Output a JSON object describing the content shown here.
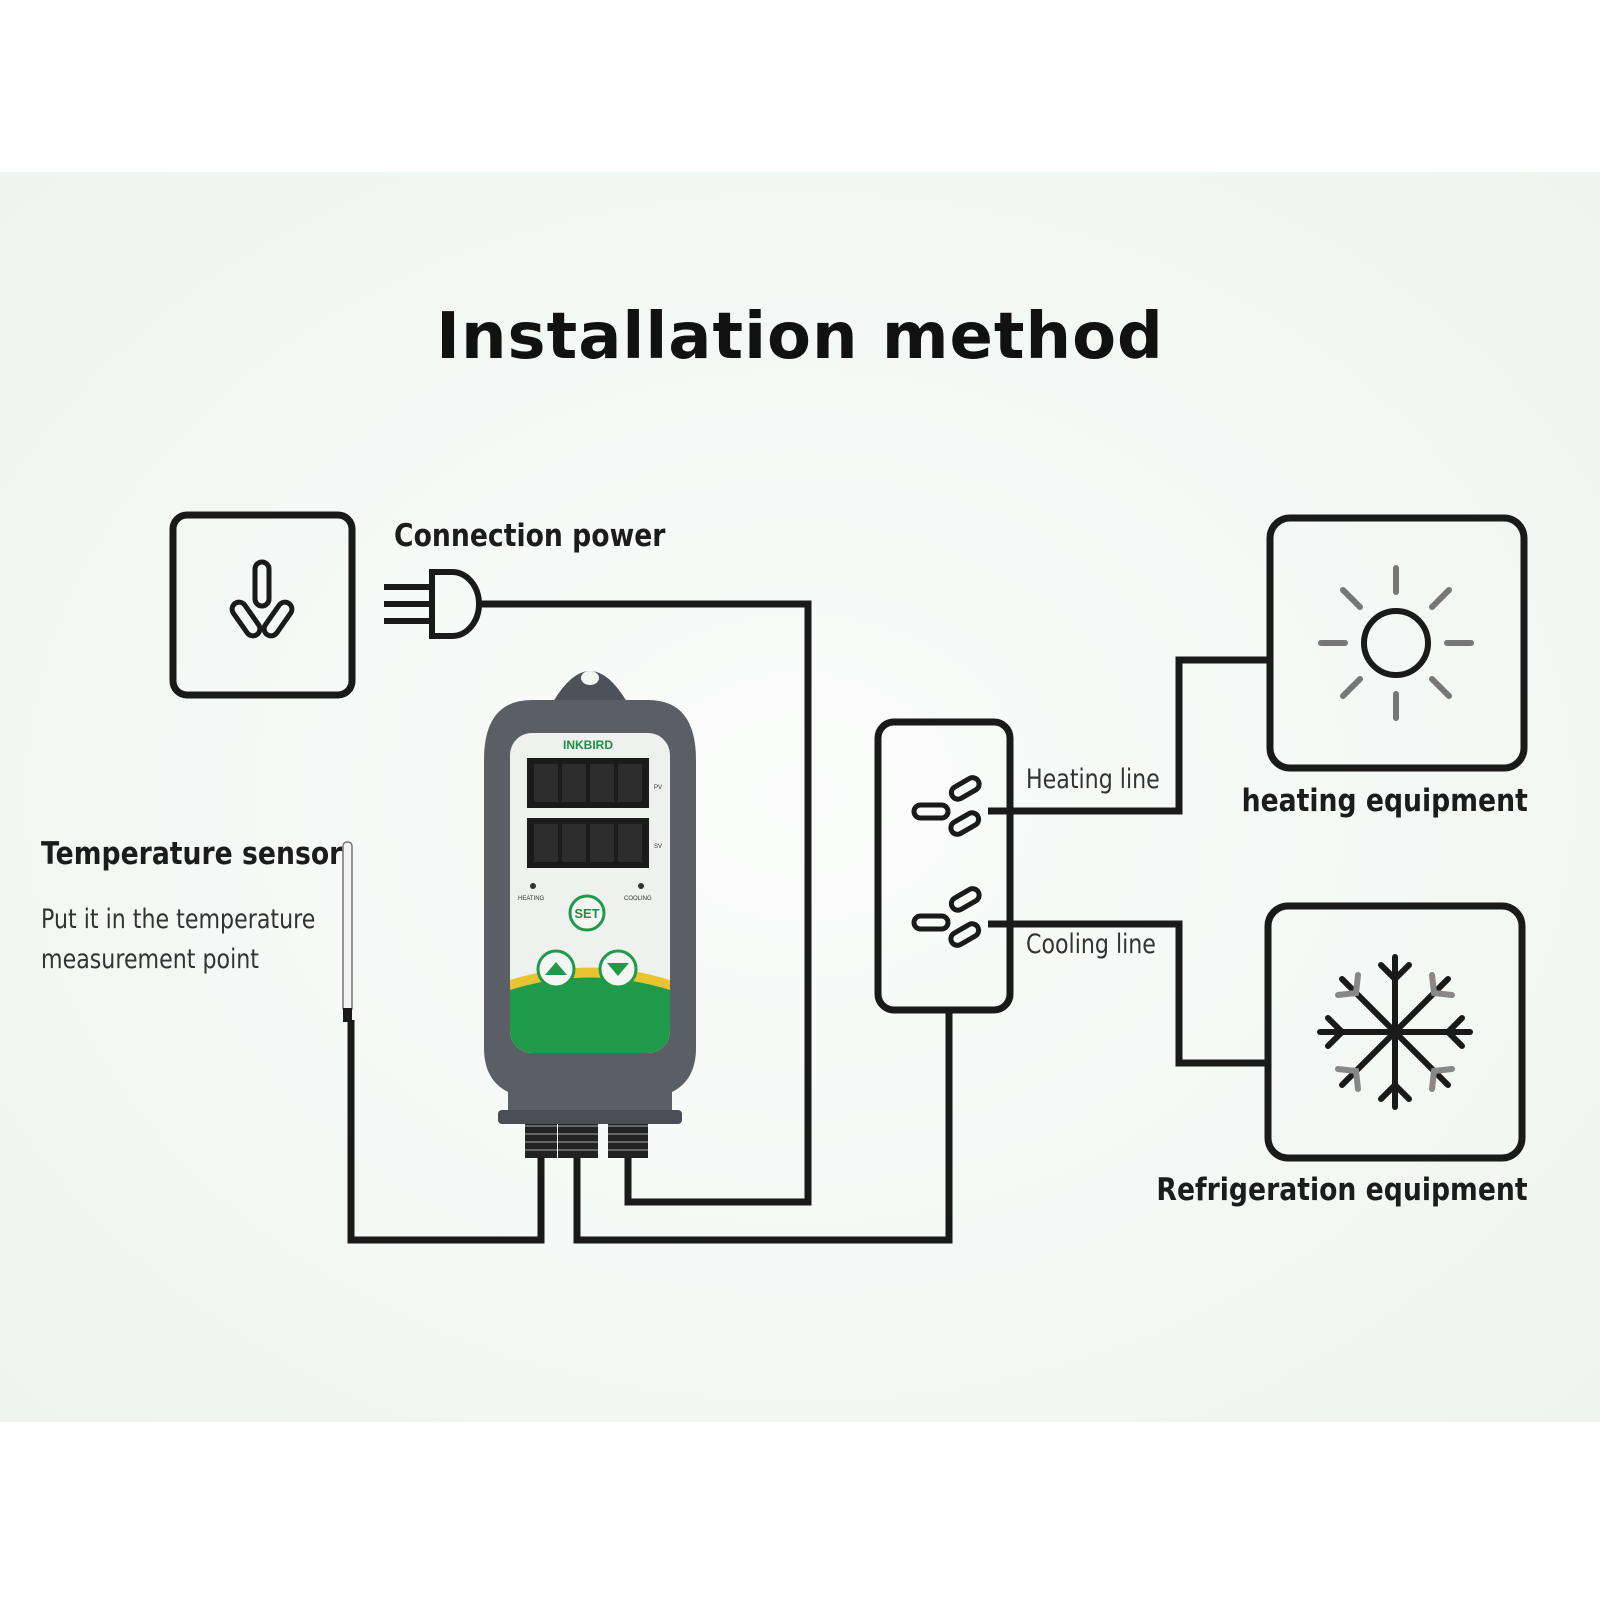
{
  "title": "Installation method",
  "labels": {
    "connection_power": "Connection power",
    "temperature_sensor": "Temperature sensor",
    "sensor_hint_line1": "Put it in the temperature",
    "sensor_hint_line2": "measurement point",
    "heating_line": "Heating line",
    "cooling_line": "Cooling line",
    "heating_equipment": "heating equipment",
    "refrigeration_equipment": "Refrigeration equipment"
  },
  "device": {
    "brand": "INKBIRD",
    "pv_label": "PV",
    "sv_label": "SV",
    "heating_label": "HEATING",
    "cooling_label": "COOLING",
    "set_label": "SET"
  },
  "colors": {
    "line": "#1a1a1a",
    "device_body": "#5a5f66",
    "device_green": "#1f9a4a",
    "display": "#1b1b1b"
  },
  "icons": [
    "wall-socket-icon",
    "power-plug-icon",
    "sun-icon",
    "snowflake-icon",
    "outlet-strip-icon",
    "temperature-probe-icon"
  ]
}
